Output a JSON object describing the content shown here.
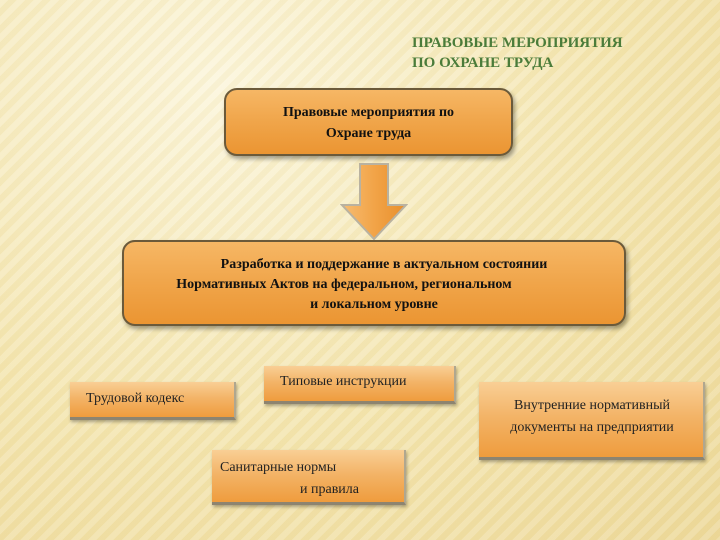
{
  "slide": {
    "title_line1": "ПРАВОВЫЕ МЕРОПРИЯТИЯ",
    "title_line2": "ПО ОХРАНЕ ТРУДА"
  },
  "diagram": {
    "top_box": {
      "line1": "Правовые мероприятия по",
      "line2": "Охране труда"
    },
    "main_box": {
      "line1": "Разработка и поддержание в актуальном состоянии",
      "line2": "Нормативных Актов на федеральном, региональном",
      "line3": "и локальном уровне"
    },
    "items": {
      "labor_code": "Трудовой кодекс",
      "typical_instructions": "Типовые инструкции",
      "internal_line1": "Внутренние нормативный",
      "internal_line2": "документы на предприятии",
      "sanitary_line1": "Санитарные нормы",
      "sanitary_line2": "и правила"
    },
    "colors": {
      "title": "#4b7c3a",
      "box_fill": "#f0a54a",
      "arrow_fill": "#f2a448"
    }
  }
}
